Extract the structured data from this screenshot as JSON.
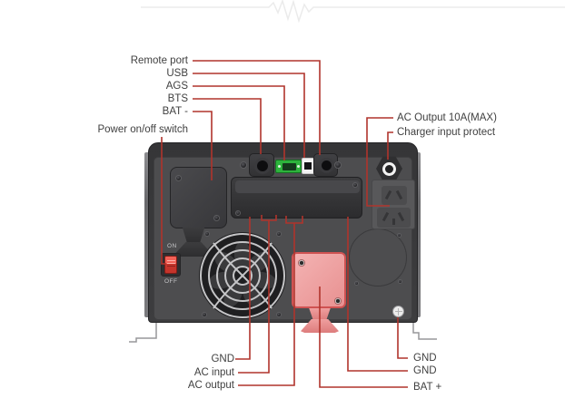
{
  "callouts": {
    "top_left": [
      "Remote port",
      "USB",
      "AGS",
      "BTS",
      "BAT -",
      "Power on/off switch"
    ],
    "top_right": [
      "AC Output 10A(MAX)",
      "Charger input protect"
    ],
    "bottom_left": [
      "GND",
      "AC input",
      "AC output"
    ],
    "bottom_right": [
      "GND",
      "GND",
      "BAT +"
    ]
  },
  "device": {
    "switch_on": "ON",
    "switch_off": "OFF"
  },
  "colors": {
    "leader_line": "#b0342c",
    "label_text": "#3f3f3f",
    "panel_body": "#4d4d4f",
    "panel_frame": "#353537",
    "terminal_green": "#2db33c",
    "usb_white": "#f2f2f2",
    "bat_plus_pink": "#f0a8a8",
    "switch_red": "#e04038",
    "watermark_gray": "#ebebeb"
  }
}
